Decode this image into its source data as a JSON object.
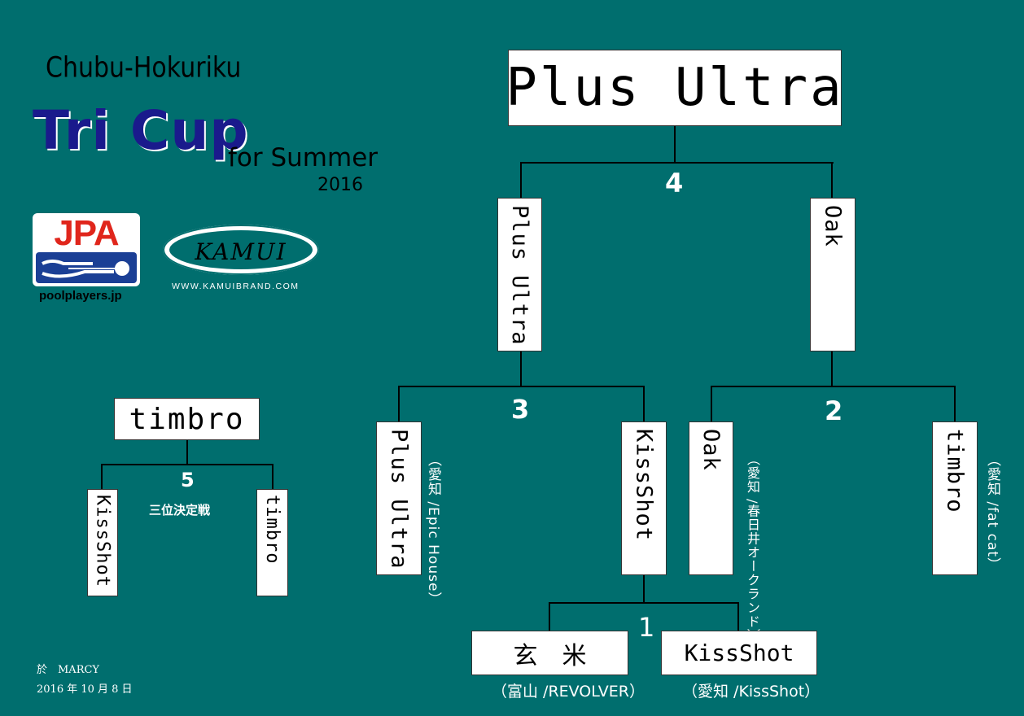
{
  "event": {
    "region": "Chubu-Hokuriku",
    "title": "Tri Cup",
    "subtitle": "for Summer",
    "year": "2016"
  },
  "sponsors": {
    "jpa_logo": "JPA",
    "jpa_url": "poolplayers.jp",
    "kamui_logo": "KAMUI",
    "kamui_url": "WWW.KAMUIBRAND.COM"
  },
  "bracket": {
    "champion": "Plus Ultra",
    "final": {
      "number": "4",
      "left": "Plus Ultra",
      "right": "Oak"
    },
    "semi_left": {
      "number": "3",
      "left": "Plus Ultra",
      "left_note": "（愛知 /Epic House）",
      "right": "KissShot"
    },
    "semi_right": {
      "number": "2",
      "left": "Oak",
      "left_note": "（愛知 /春日井オークランド）",
      "right": "timbro",
      "right_note": "（愛知 /fat cat）"
    },
    "round1": {
      "number": "1",
      "left": "玄　米",
      "left_note": "（富山 /REVOLVER）",
      "right": "KissShot",
      "right_note": "（愛知 /KissShot）"
    }
  },
  "third_place": {
    "winner": "timbro",
    "number": "5",
    "label": "三位決定戦",
    "left": "KissShot",
    "right": "timbro"
  },
  "footer": {
    "venue": "於　MARCY",
    "date": "2016 年 10 月 8 日"
  },
  "colors": {
    "background": "#006e6e",
    "title_blue": "#1a1a8c",
    "jpa_red": "#e0261c",
    "jpa_blue": "#1b3f95"
  }
}
